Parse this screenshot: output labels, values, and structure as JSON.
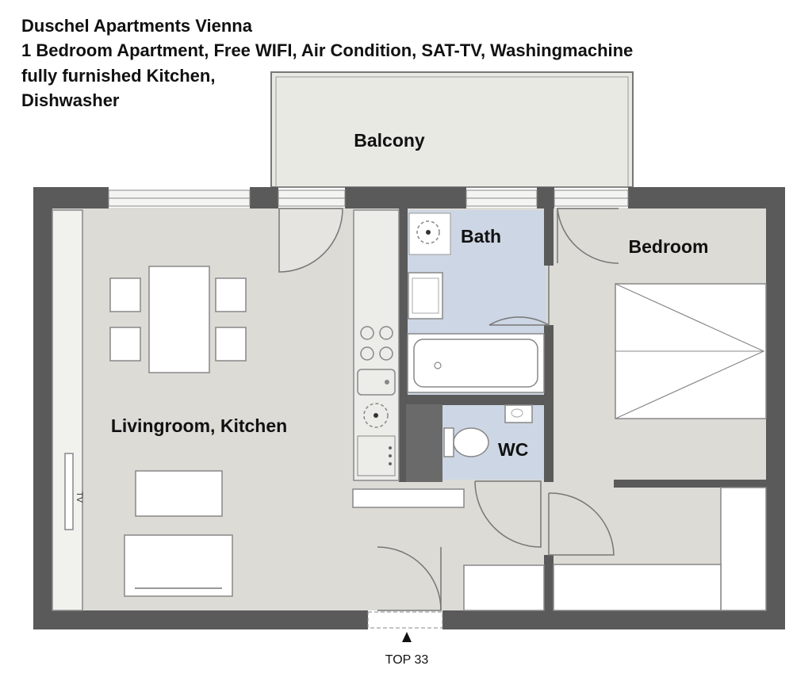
{
  "header": {
    "title": "Duschel Apartments Vienna",
    "line2": "1 Bedroom Apartment, Free WIFI, Air Condition, SAT-TV, Washingmachine",
    "line3": "fully furnished Kitchen,",
    "line4": "Dishwasher"
  },
  "rooms": {
    "balcony": "Balcony",
    "bath": "Bath",
    "bedroom": "Bedroom",
    "livingroom": "Livingroom, Kitchen",
    "wc": "WC"
  },
  "labels": {
    "tv": "TV",
    "entrance": "TOP 33"
  },
  "colors": {
    "floor": "#dcdbd6",
    "wet_room": "#cdd6e4",
    "wall": "#5a5a5a"
  }
}
